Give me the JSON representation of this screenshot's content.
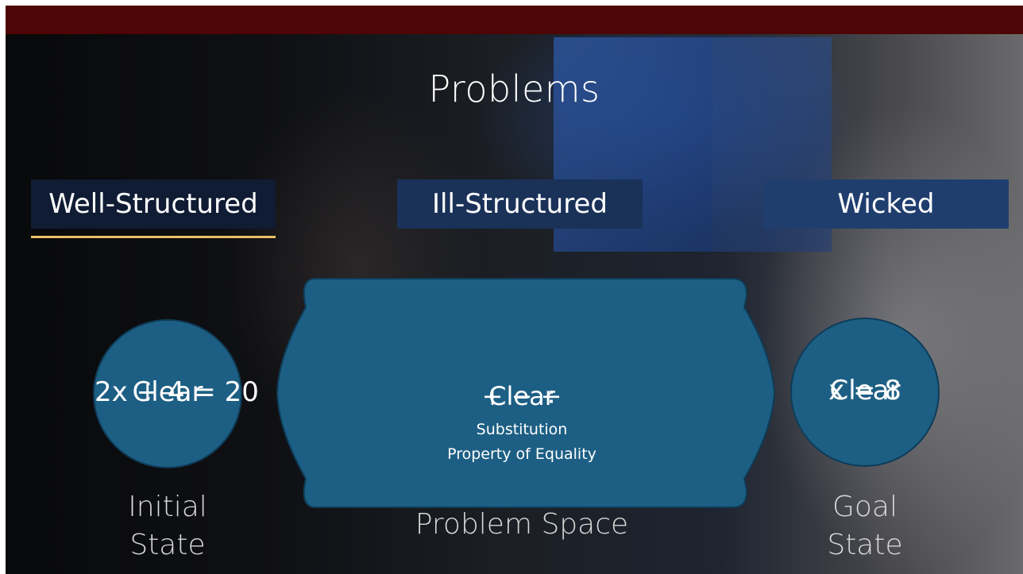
{
  "slide": {
    "title": "Problems",
    "categories": {
      "well_structured": "Well-Structured",
      "ill_structured": "Ill-Structured",
      "wicked": "Wicked"
    },
    "initial_state": {
      "equation": "2x + 4 = 20",
      "overlay": "Clear",
      "label_line1": "Initial",
      "label_line2": "State"
    },
    "problem_space": {
      "operators": "+  −  ÷",
      "overlay": "Clear",
      "sub_line1": "Substitution",
      "sub_line2": "Property of Equality",
      "label": "Problem Space"
    },
    "goal_state": {
      "equation": "x = 8",
      "overlay": "Clear",
      "label_line1": "Goal",
      "label_line2": "State"
    }
  },
  "colors": {
    "top_bar": "#4e0505",
    "shape_fill": "#1d5f84",
    "accent_underline": "#e8c066",
    "category_fill": "#1a3158"
  }
}
